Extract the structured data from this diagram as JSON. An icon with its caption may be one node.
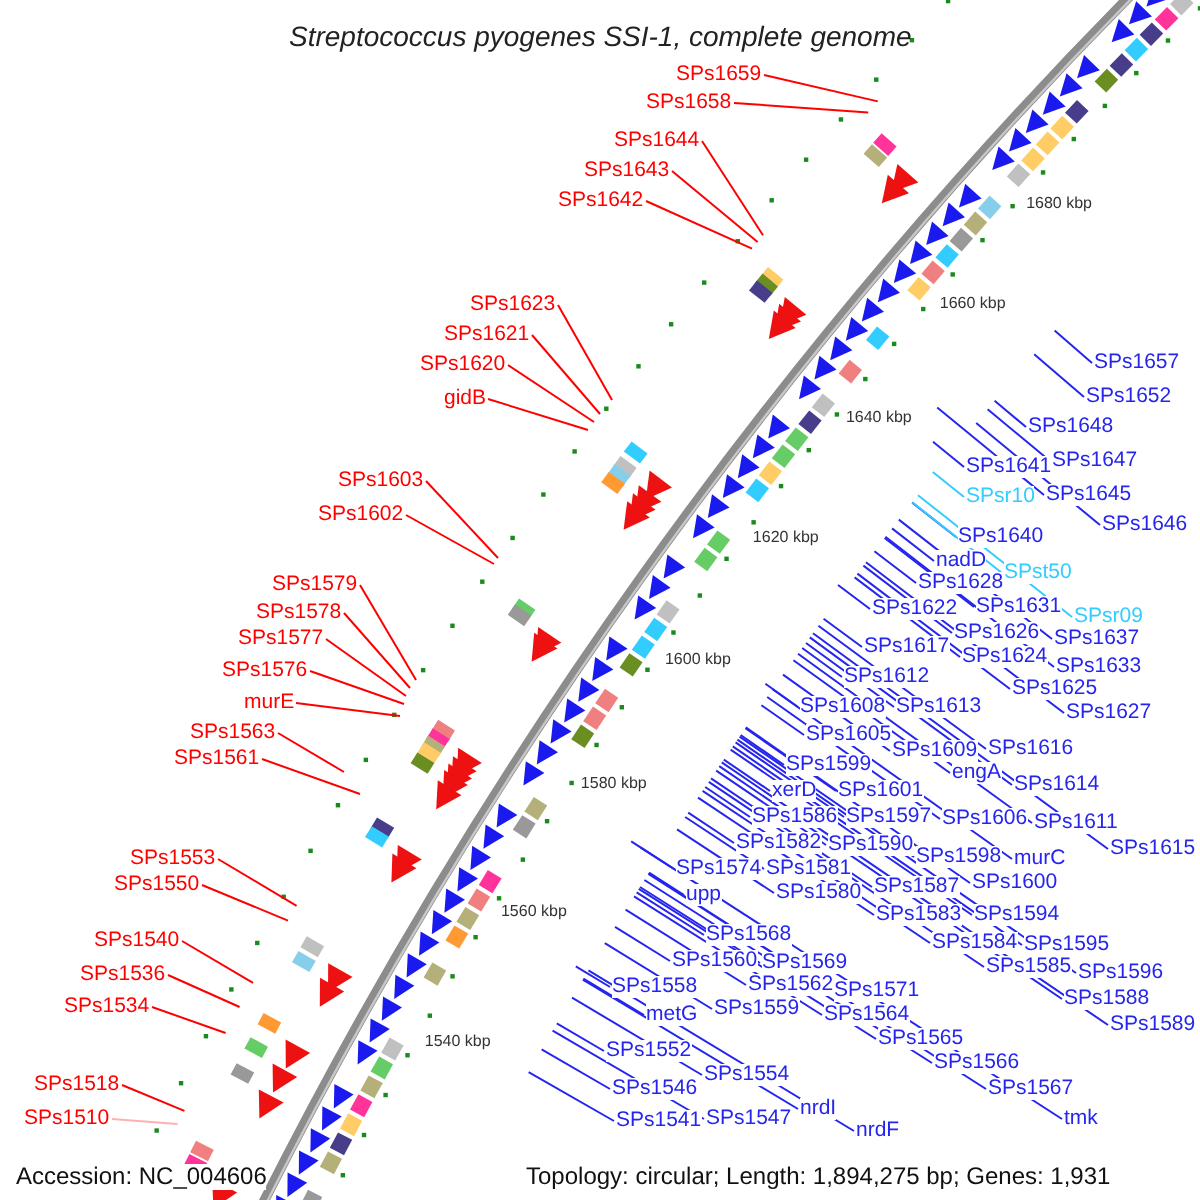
{
  "diagram": {
    "title": "Streptococcus pyogenes SSI-1, complete genome",
    "nodes": [
      {
        "text": [
          "SPs1659"
        ]
      },
      {
        "text": [
          "SPs1658"
        ]
      },
      {
        "text": [
          "SPs1644"
        ]
      },
      {
        "text": [
          "SPs1643"
        ]
      },
      {
        "text": [
          "SPs1642"
        ]
      },
      {
        "text": [
          "SPs1623"
        ]
      },
      {
        "text": [
          "SPs1621"
        ]
      },
      {
        "text": [
          "SPs1620"
        ]
      },
      {
        "text": [
          "gidB"
        ]
      },
      {
        "text": [
          "SPs1603"
        ]
      },
      {
        "text": [
          "SPs1602"
        ]
      },
      {
        "text": [
          "SPs1579"
        ]
      },
      {
        "text": [
          "SPs1578"
        ]
      },
      {
        "text": [
          "SPs1577"
        ]
      },
      {
        "text": [
          "SPs1576"
        ]
      },
      {
        "text": [
          "murE"
        ]
      },
      {
        "text": [
          "SPs1563"
        ]
      },
      {
        "text": [
          "SPs1561"
        ]
      },
      {
        "text": [
          "SPs1553"
        ]
      },
      {
        "text": [
          "SPs1550"
        ]
      },
      {
        "text": [
          "SPs1540"
        ]
      },
      {
        "text": [
          "SPs1536"
        ]
      },
      {
        "text": [
          "SPs1534"
        ]
      },
      {
        "text": [
          "SPs1518"
        ]
      },
      {
        "text": [
          "SPs1510"
        ]
      },
      {
        "text": [
          "SPs1657"
        ]
      },
      {
        "text": [
          "SPs1652"
        ]
      },
      {
        "text": [
          "SPs1648"
        ]
      },
      {
        "text": [
          "SPs1647"
        ]
      },
      {
        "text": [
          "SPs1641"
        ]
      },
      {
        "text": [
          "SPs1645"
        ]
      },
      {
        "text": [
          "SPsr10"
        ]
      },
      {
        "text": [
          "SPs1646"
        ]
      },
      {
        "text": [
          "SPs1640"
        ]
      },
      {
        "text": [
          "nadD"
        ]
      },
      {
        "text": [
          "SPst50"
        ]
      },
      {
        "text": [
          "SPs1628"
        ]
      },
      {
        "text": [
          "SPs1631"
        ]
      },
      {
        "text": [
          "SPs1622"
        ]
      },
      {
        "text": [
          "SPsr09"
        ]
      },
      {
        "text": [
          "SPs1626"
        ]
      },
      {
        "text": [
          "SPs1637"
        ]
      },
      {
        "text": [
          "SPs1617"
        ]
      },
      {
        "text": [
          "SPs1624"
        ]
      },
      {
        "text": [
          "SPs1633"
        ]
      },
      {
        "text": [
          "SPs1612"
        ]
      },
      {
        "text": [
          "SPs1625"
        ]
      },
      {
        "text": [
          "SPs1608"
        ]
      },
      {
        "text": [
          "SPs1613"
        ]
      },
      {
        "text": [
          "SPs1627"
        ]
      },
      {
        "text": [
          "SPs1605"
        ]
      },
      {
        "text": [
          "SPs1616"
        ]
      },
      {
        "text": [
          "SPs1609"
        ]
      },
      {
        "text": [
          "SPs1599"
        ]
      },
      {
        "text": [
          "engA"
        ]
      },
      {
        "text": [
          "SPs1614"
        ]
      },
      {
        "text": [
          "xerD"
        ]
      },
      {
        "text": [
          "SPs1601"
        ]
      },
      {
        "text": [
          "SPs1586"
        ]
      },
      {
        "text": [
          "SPs1597"
        ]
      },
      {
        "text": [
          "SPs1606"
        ]
      },
      {
        "text": [
          "SPs1611"
        ]
      },
      {
        "text": [
          "SPs1582"
        ]
      },
      {
        "text": [
          "SPs1590"
        ]
      },
      {
        "text": [
          "SPs1615"
        ]
      },
      {
        "text": [
          "SPs1598"
        ]
      },
      {
        "text": [
          "murC"
        ]
      },
      {
        "text": [
          "SPs1574"
        ]
      },
      {
        "text": [
          "SPs1581"
        ]
      },
      {
        "text": [
          "SPs1600"
        ]
      },
      {
        "text": [
          "SPs1587"
        ]
      },
      {
        "text": [
          "SPs1580"
        ]
      },
      {
        "text": [
          "upp"
        ]
      },
      {
        "text": [
          "SPs1583"
        ]
      },
      {
        "text": [
          "SPs1594"
        ]
      },
      {
        "text": [
          "SPs1568"
        ]
      },
      {
        "text": [
          "SPs1584"
        ]
      },
      {
        "text": [
          "SPs1595"
        ]
      },
      {
        "text": [
          "SPs1560"
        ]
      },
      {
        "text": [
          "SPs1569"
        ]
      },
      {
        "text": [
          "SPs1585"
        ]
      },
      {
        "text": [
          "SPs1596"
        ]
      },
      {
        "text": [
          "SPs1562"
        ]
      },
      {
        "text": [
          "SPs1558"
        ]
      },
      {
        "text": [
          "SPs1571"
        ]
      },
      {
        "text": [
          "SPs1588"
        ]
      },
      {
        "text": [
          "SPs1559"
        ]
      },
      {
        "text": [
          "metG"
        ]
      },
      {
        "text": [
          "SPs1564"
        ]
      },
      {
        "text": [
          "SPs1589"
        ]
      },
      {
        "text": [
          "SPs1565"
        ]
      },
      {
        "text": [
          "SPs1552"
        ]
      },
      {
        "text": [
          "SPs1566"
        ]
      },
      {
        "text": [
          "SPs1554"
        ]
      },
      {
        "text": [
          "SPs1546"
        ]
      },
      {
        "text": [
          "SPs1567"
        ]
      },
      {
        "text": [
          "nrdI"
        ]
      },
      {
        "text": [
          "SPs1547"
        ]
      },
      {
        "text": [
          "tmk"
        ]
      },
      {
        "text": [
          "SPs1541"
        ]
      },
      {
        "text": [
          "nrdF"
        ]
      }
    ],
    "edges": [
      {
        "from": 0,
        "to": null,
        "arrow": "none",
        "color": "#ff0000"
      },
      {
        "from": 1,
        "to": null,
        "arrow": "none",
        "color": "#ff0000"
      },
      {
        "from": 2,
        "to": null,
        "arrow": "none",
        "color": "#ff0000"
      },
      {
        "from": 3,
        "to": null,
        "arrow": "none",
        "color": "#ff0000"
      },
      {
        "from": 4,
        "to": null,
        "arrow": "none",
        "color": "#ff0000"
      },
      {
        "from": 5,
        "to": null,
        "arrow": "none",
        "color": "#ff0000"
      },
      {
        "from": 6,
        "to": null,
        "arrow": "none",
        "color": "#ff0000"
      },
      {
        "from": 7,
        "to": null,
        "arrow": "none",
        "color": "#ff0000"
      },
      {
        "from": 8,
        "to": null,
        "arrow": "none",
        "color": "#ff0000"
      },
      {
        "from": 9,
        "to": null,
        "arrow": "none",
        "color": "#ff0000"
      },
      {
        "from": 10,
        "to": null,
        "arrow": "none",
        "color": "#ff0000"
      },
      {
        "from": 11,
        "to": null,
        "arrow": "none",
        "color": "#ff0000"
      },
      {
        "from": 12,
        "to": null,
        "arrow": "none",
        "color": "#ff0000"
      },
      {
        "from": 13,
        "to": null,
        "arrow": "none",
        "color": "#ff0000"
      },
      {
        "from": 14,
        "to": null,
        "arrow": "none",
        "color": "#ff0000"
      },
      {
        "from": 15,
        "to": null,
        "arrow": "none",
        "color": "#ff0000"
      },
      {
        "from": 16,
        "to": null,
        "arrow": "none",
        "color": "#ff0000"
      },
      {
        "from": 17,
        "to": null,
        "arrow": "none",
        "color": "#ff0000"
      },
      {
        "from": 18,
        "to": null,
        "arrow": "none",
        "color": "#ff0000"
      },
      {
        "from": 19,
        "to": null,
        "arrow": "none",
        "color": "#ff0000"
      },
      {
        "from": 20,
        "to": null,
        "arrow": "none",
        "color": "#ff0000"
      },
      {
        "from": 21,
        "to": null,
        "arrow": "none",
        "color": "#ff0000"
      },
      {
        "from": 22,
        "to": null,
        "arrow": "none",
        "color": "#ff0000"
      },
      {
        "from": 23,
        "to": null,
        "arrow": "none",
        "color": "#ff0000"
      },
      {
        "from": 24,
        "to": null,
        "arrow": "none",
        "color": "#ffb0b0"
      },
      {
        "from": 25,
        "to": null,
        "arrow": "none"
      },
      {
        "from": 26,
        "to": null,
        "arrow": "none"
      },
      {
        "from": 27,
        "to": null,
        "arrow": "none"
      },
      {
        "from": 28,
        "to": null,
        "arrow": "none"
      },
      {
        "from": 29,
        "to": null,
        "arrow": "none"
      },
      {
        "from": 30,
        "to": null,
        "arrow": "none"
      },
      {
        "from": 31,
        "to": null,
        "arrow": "none",
        "color": "#33ccff"
      },
      {
        "from": 32,
        "to": null,
        "arrow": "none"
      },
      {
        "from": 33,
        "to": null,
        "arrow": "none"
      },
      {
        "from": 34,
        "to": null,
        "arrow": "none"
      },
      {
        "from": 35,
        "to": null,
        "arrow": "none",
        "color": "#33ccff"
      },
      {
        "from": 36,
        "to": null,
        "arrow": "none"
      },
      {
        "from": 37,
        "to": null,
        "arrow": "none"
      },
      {
        "from": 38,
        "to": null,
        "arrow": "none"
      },
      {
        "from": 39,
        "to": null,
        "arrow": "none",
        "color": "#33ccff"
      },
      {
        "from": 40,
        "to": null,
        "arrow": "none"
      },
      {
        "from": 41,
        "to": null,
        "arrow": "none"
      },
      {
        "from": 42,
        "to": null,
        "arrow": "none"
      },
      {
        "from": 43,
        "to": null,
        "arrow": "none"
      },
      {
        "from": 44,
        "to": null,
        "arrow": "none"
      },
      {
        "from": 45,
        "to": null,
        "arrow": "none"
      },
      {
        "from": 46,
        "to": null,
        "arrow": "none"
      },
      {
        "from": 47,
        "to": null,
        "arrow": "none"
      },
      {
        "from": 48,
        "to": null,
        "arrow": "none"
      },
      {
        "from": 49,
        "to": null,
        "arrow": "none"
      },
      {
        "from": 50,
        "to": null,
        "arrow": "none"
      },
      {
        "from": 51,
        "to": null,
        "arrow": "none"
      },
      {
        "from": 52,
        "to": null,
        "arrow": "none"
      },
      {
        "from": 53,
        "to": null,
        "arrow": "none"
      },
      {
        "from": 54,
        "to": null,
        "arrow": "none"
      },
      {
        "from": 55,
        "to": null,
        "arrow": "none"
      },
      {
        "from": 56,
        "to": null,
        "arrow": "none"
      },
      {
        "from": 57,
        "to": null,
        "arrow": "none"
      },
      {
        "from": 58,
        "to": null,
        "arrow": "none"
      },
      {
        "from": 59,
        "to": null,
        "arrow": "none"
      },
      {
        "from": 60,
        "to": null,
        "arrow": "none"
      },
      {
        "from": 61,
        "to": null,
        "arrow": "none"
      },
      {
        "from": 62,
        "to": null,
        "arrow": "none"
      },
      {
        "from": 63,
        "to": null,
        "arrow": "none"
      },
      {
        "from": 64,
        "to": null,
        "arrow": "none"
      },
      {
        "from": 65,
        "to": null,
        "arrow": "none"
      },
      {
        "from": 66,
        "to": null,
        "arrow": "none"
      },
      {
        "from": 67,
        "to": null,
        "arrow": "none"
      },
      {
        "from": 68,
        "to": null,
        "arrow": "none"
      },
      {
        "from": 69,
        "to": null,
        "arrow": "none"
      },
      {
        "from": 70,
        "to": null,
        "arrow": "none"
      },
      {
        "from": 71,
        "to": null,
        "arrow": "none"
      },
      {
        "from": 72,
        "to": null,
        "arrow": "none"
      },
      {
        "from": 73,
        "to": null,
        "arrow": "none"
      },
      {
        "from": 74,
        "to": null,
        "arrow": "none"
      },
      {
        "from": 75,
        "to": null,
        "arrow": "none"
      },
      {
        "from": 76,
        "to": null,
        "arrow": "none"
      },
      {
        "from": 77,
        "to": null,
        "arrow": "none"
      },
      {
        "from": 78,
        "to": null,
        "arrow": "none"
      },
      {
        "from": 79,
        "to": null,
        "arrow": "none"
      },
      {
        "from": 80,
        "to": null,
        "arrow": "none"
      },
      {
        "from": 81,
        "to": null,
        "arrow": "none"
      },
      {
        "from": 82,
        "to": null,
        "arrow": "none"
      },
      {
        "from": 83,
        "to": null,
        "arrow": "none"
      },
      {
        "from": 84,
        "to": null,
        "arrow": "none"
      },
      {
        "from": 85,
        "to": null,
        "arrow": "none"
      },
      {
        "from": 86,
        "to": null,
        "arrow": "none"
      },
      {
        "from": 87,
        "to": null,
        "arrow": "none"
      },
      {
        "from": 88,
        "to": null,
        "arrow": "none"
      },
      {
        "from": 89,
        "to": null,
        "arrow": "none"
      },
      {
        "from": 90,
        "to": null,
        "arrow": "none"
      },
      {
        "from": 91,
        "to": null,
        "arrow": "none"
      },
      {
        "from": 92,
        "to": null,
        "arrow": "none"
      },
      {
        "from": 93,
        "to": null,
        "arrow": "none"
      },
      {
        "from": 94,
        "to": null,
        "arrow": "none"
      },
      {
        "from": 95,
        "to": null,
        "arrow": "none"
      },
      {
        "from": 96,
        "to": null,
        "arrow": "none"
      },
      {
        "from": 97,
        "to": null,
        "arrow": "none"
      },
      {
        "from": 98,
        "to": null,
        "arrow": "none"
      },
      {
        "from": 99,
        "to": null,
        "arrow": "none"
      },
      {
        "from": 100,
        "to": null,
        "arrow": "none"
      }
    ],
    "labels": [
      "1680 kbp",
      "1660 kbp",
      "1640 kbp",
      "1620 kbp",
      "1600 kbp",
      "1580 kbp",
      "1560 kbp",
      "1540 kbp",
      "Accession: NC_004606",
      "Topology: circular; Length: 1,894,275 bp; Genes: 1,931"
    ]
  }
}
